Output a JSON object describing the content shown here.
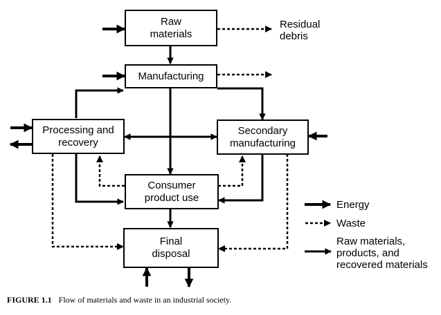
{
  "boxes": {
    "raw_materials": "Raw\nmaterials",
    "manufacturing": "Manufacturing",
    "processing_recovery": "Processing and\nrecovery",
    "secondary_manufacturing": "Secondary\nmanufacturing",
    "consumer_product_use": "Consumer\nproduct use",
    "final_disposal": "Final\ndisposal"
  },
  "labels": {
    "residual_debris": "Residual\ndebris"
  },
  "legend": {
    "energy": "Energy",
    "waste": "Waste",
    "materials": "Raw materials,\nproducts, and\nrecovered materials"
  },
  "caption": {
    "figure": "FIGURE 1.1",
    "text": "Flow of materials and waste in an industrial society."
  }
}
